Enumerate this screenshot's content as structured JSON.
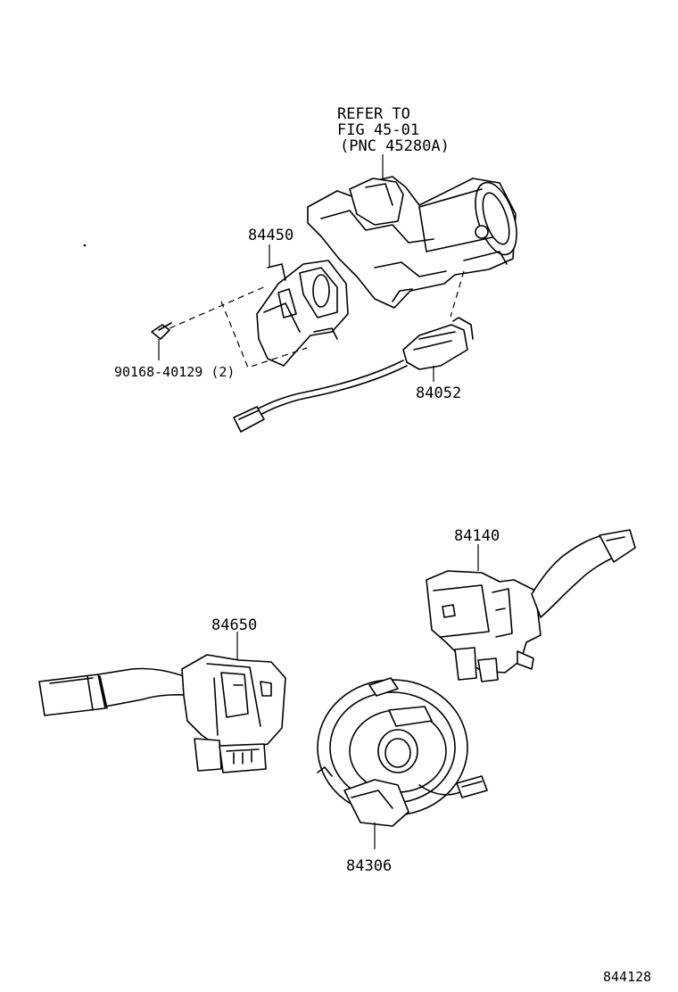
{
  "reference_note": {
    "line1": "REFER TO",
    "line2": "FIG 45-01",
    "line3": "(PNC 45280A)"
  },
  "parts": {
    "p84450": "84450",
    "p90168": "90168-40129 (2)",
    "p84052": "84052",
    "p84140": "84140",
    "p84650": "84650",
    "p84306": "84306"
  },
  "figure_id": "844128"
}
